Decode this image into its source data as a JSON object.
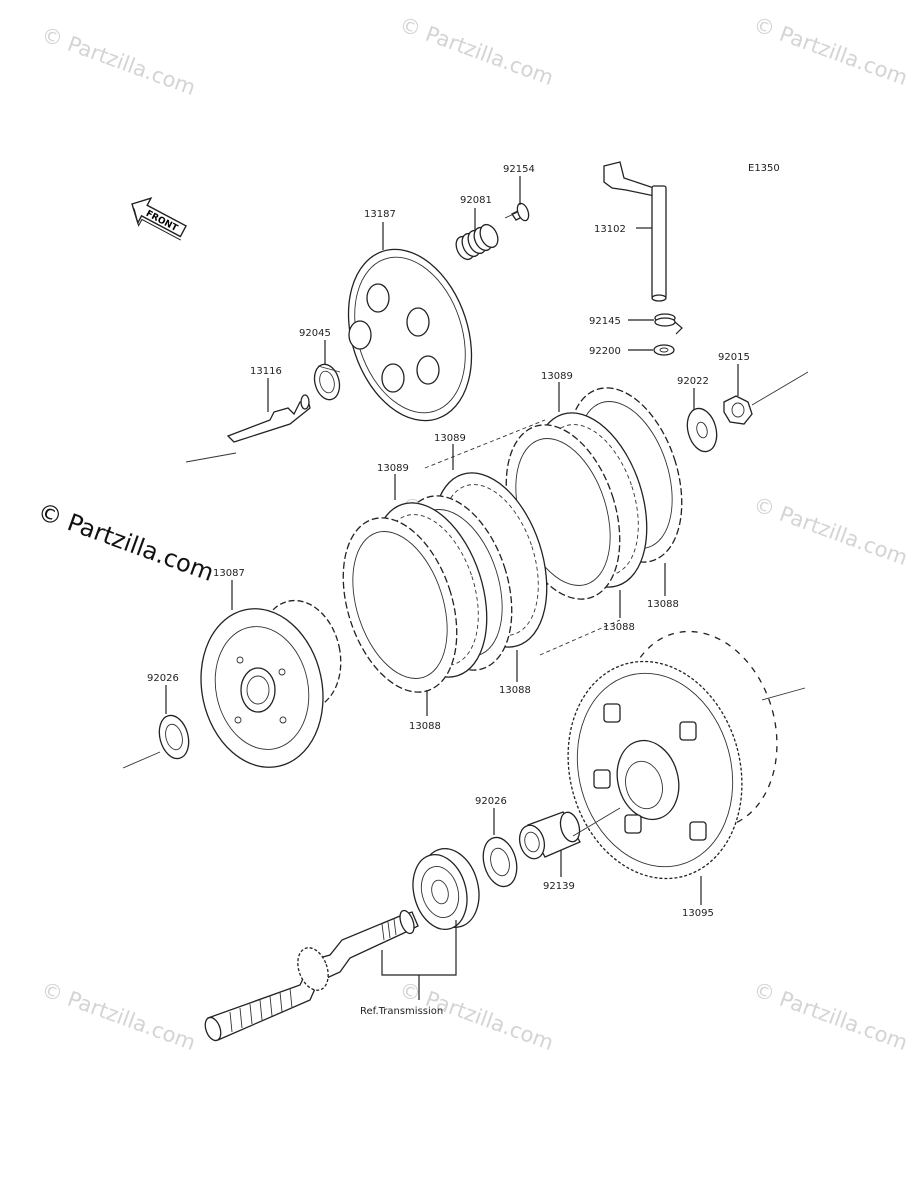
{
  "diagram_code": "E1350",
  "front_label": "FRONT",
  "watermark_text": "© Partzilla.com",
  "ref_label": "Ref.Transmission",
  "part_labels": {
    "p92154": "92154",
    "p92081": "92081",
    "p13187": "13187",
    "p13102": "13102",
    "p92145": "92145",
    "p92200": "92200",
    "p92045": "92045",
    "p13116": "13116",
    "p92022": "92022",
    "p92015": "92015",
    "p13089a": "13089",
    "p13089b": "13089",
    "p13089c": "13089",
    "p13088a": "13088",
    "p13088b": "13088",
    "p13088c": "13088",
    "p13088d": "13088",
    "p13087": "13087",
    "p92026a": "92026",
    "p92026b": "92026",
    "p92139": "92139",
    "p13095": "13095"
  },
  "colors": {
    "line": "#222222",
    "watermark": "#d4d4d4"
  }
}
